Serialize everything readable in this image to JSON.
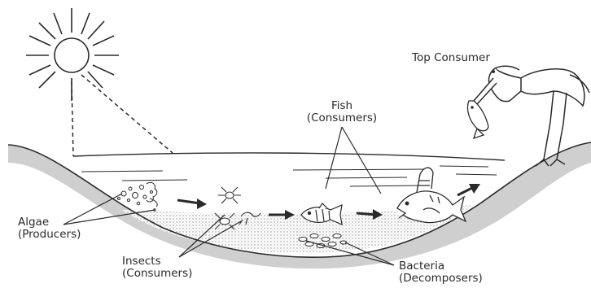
{
  "labels": {
    "top_consumer": "Top Consumer",
    "fish": [
      "Fish",
      "(Consumers)"
    ],
    "algae": [
      "Algae",
      "(Producers)"
    ],
    "insects": [
      "Insects",
      "(Consumers)"
    ],
    "bacteria": [
      "Bacteria",
      "(Decomposers)"
    ]
  },
  "colors": {
    "ink": "#2a2a2a",
    "sediment": "#cfcfcf",
    "sediment_dots": "#9a9a9a",
    "water": "#ffffff"
  },
  "icons": [
    "sun-icon",
    "heron-icon",
    "algae-icon",
    "insect-icon",
    "fish-icon",
    "bacteria-icon",
    "flow-arrow-icon"
  ]
}
